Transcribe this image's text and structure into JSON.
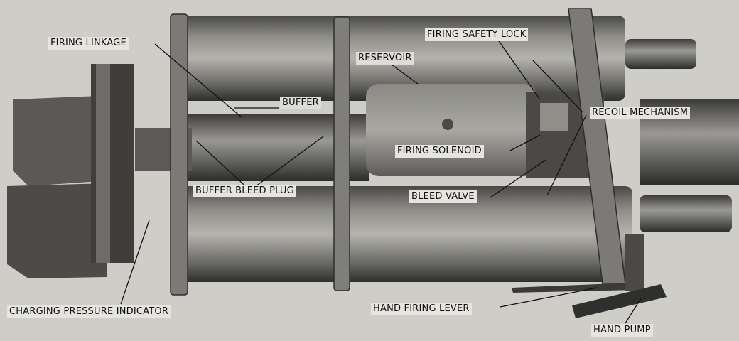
{
  "labels": {
    "firing_linkage": "FIRING LINKAGE",
    "reservoir": "RESERVOIR",
    "firing_safety_lock": "FIRING SAFETY LOCK",
    "buffer": "BUFFER",
    "recoil_mechanism": "RECOIL MECHANISM",
    "firing_solenoid": "FIRING SOLENOID",
    "buffer_bleed_plug": "BUFFER BLEED PLUG",
    "bleed_valve": "BLEED VALVE",
    "charging_pressure_indicator": "CHARGING PRESSURE INDICATOR",
    "hand_firing_lever": "HAND FIRING LEVER",
    "hand_pump": "HAND PUMP"
  },
  "colors": {
    "background": "#cfcdc8",
    "cylinder_dark": "#3a3a38",
    "cylinder_mid": "#6e6d69",
    "cylinder_light": "#a8a7a2",
    "leader_line": "#111111"
  }
}
